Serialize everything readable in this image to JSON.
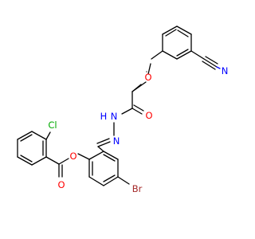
{
  "molecule": {
    "labels": {
      "cyano_n": "N",
      "ether_o": "O",
      "hydrazide_nh": "N",
      "hydrazide_h": "H",
      "carbonyl_o": "O",
      "imine_n": "N",
      "ester_o": "O",
      "ester_carbonyl_o": "O",
      "chlorine": "Cl",
      "bromine": "Br"
    },
    "colors": {
      "bond": "#000000",
      "nitrogen": "#0000ff",
      "oxygen": "#ff0000",
      "chlorine": "#00aa00",
      "bromine": "#a52a2a"
    }
  }
}
